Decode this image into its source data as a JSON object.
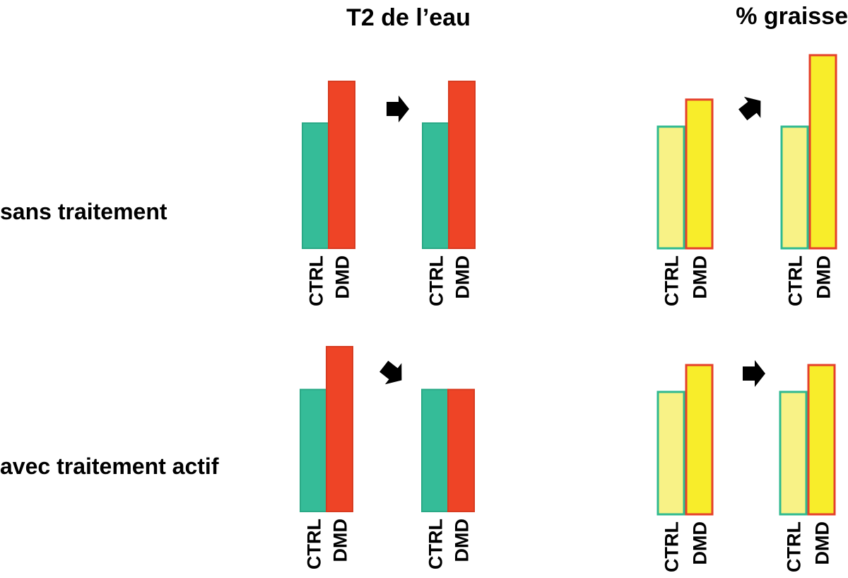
{
  "columns": {
    "water_t2": "T2 de l’eau",
    "fat_percent": "% graisse"
  },
  "rows": {
    "untreated": "sans traitement",
    "active_treatment": "avec traitement actif"
  },
  "bar_labels": {
    "ctrl": "CTRL",
    "dmd": "DMD"
  },
  "colors": {
    "t2_ctrl_fill": "#35BC98",
    "t2_dmd_fill": "#EE4426",
    "fat_ctrl_fill": "#F8F286",
    "fat_ctrl_stroke": "#2FB98F",
    "fat_dmd_fill": "#F8ED2A",
    "fat_dmd_stroke": "#E5402A",
    "arrow": "#000000"
  },
  "panels": [
    {
      "id": "t2-untreated-before",
      "column": "water_t2",
      "row": "untreated",
      "ctrl": 0.75,
      "dmd": 1.0,
      "style": "t2"
    },
    {
      "id": "t2-untreated-after",
      "column": "water_t2",
      "row": "untreated",
      "ctrl": 0.75,
      "dmd": 1.0,
      "style": "t2"
    },
    {
      "id": "fat-untreated-before",
      "column": "fat_percent",
      "row": "untreated",
      "ctrl": 0.63,
      "dmd": 0.77,
      "style": "fat"
    },
    {
      "id": "fat-untreated-after",
      "column": "fat_percent",
      "row": "untreated",
      "ctrl": 0.63,
      "dmd": 1.0,
      "style": "fat"
    },
    {
      "id": "t2-treated-before",
      "column": "water_t2",
      "row": "active_treatment",
      "ctrl": 0.74,
      "dmd": 1.0,
      "style": "t2"
    },
    {
      "id": "t2-treated-after",
      "column": "water_t2",
      "row": "active_treatment",
      "ctrl": 0.74,
      "dmd": 0.74,
      "style": "t2"
    },
    {
      "id": "fat-treated-before",
      "column": "fat_percent",
      "row": "active_treatment",
      "ctrl": 0.82,
      "dmd": 1.0,
      "style": "fat"
    },
    {
      "id": "fat-treated-after",
      "column": "fat_percent",
      "row": "active_treatment",
      "ctrl": 0.82,
      "dmd": 1.0,
      "style": "fat"
    }
  ],
  "arrows": [
    {
      "id": "arrow-t2-untreated",
      "direction": "right"
    },
    {
      "id": "arrow-fat-untreated",
      "direction": "up-right"
    },
    {
      "id": "arrow-t2-treated",
      "direction": "down-right"
    },
    {
      "id": "arrow-fat-treated",
      "direction": "right"
    }
  ]
}
